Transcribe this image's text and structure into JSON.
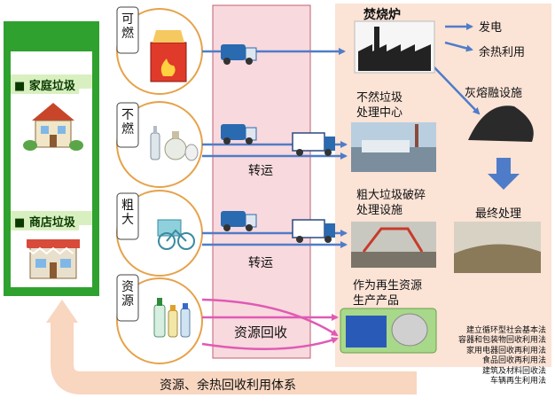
{
  "sources": {
    "household": "家庭垃圾",
    "shop": "商店垃圾"
  },
  "categories": {
    "combustible": [
      "可",
      "燃"
    ],
    "noncombustible": [
      "不",
      "燃"
    ],
    "bulky": [
      "粗",
      "大"
    ],
    "resource": [
      "资",
      "源"
    ]
  },
  "transfer": {
    "label_1": "转运",
    "label_2": "转运",
    "resource_recovery": "资源回收"
  },
  "facilities": {
    "incinerator": "焚烧炉",
    "power": "发电",
    "waste_heat": "余热利用",
    "ash_melting": "灰熔融设施",
    "noncombustible_center": [
      "不然垃圾",
      "处理中心"
    ],
    "bulky_crusher": [
      "粗大垃圾破碎",
      "处理设施"
    ],
    "final_disposal": "最终处理",
    "recycled_products": [
      "作为再生资源",
      "生产产品"
    ]
  },
  "laws": [
    "建立循环型社会基本法",
    "容器和包装物回收利用法",
    "家用电器回收再利用法",
    "食品回收再利用法",
    "建筑及材料回收法",
    "车辆再生利用法"
  ],
  "bottom_banner": "资源、余热回收利用体系",
  "colors": {
    "green_panel": "#2fa12f",
    "peach_area": "#fbe3d6",
    "pink_column": "#f8d9de",
    "blue_arrow": "#4f7cc8",
    "magenta_arrow": "#e05ab4",
    "orange_circle": "#e6a24a",
    "light_green_box": "#a8d88a",
    "bottom_arrow": "#f4c4a4"
  }
}
